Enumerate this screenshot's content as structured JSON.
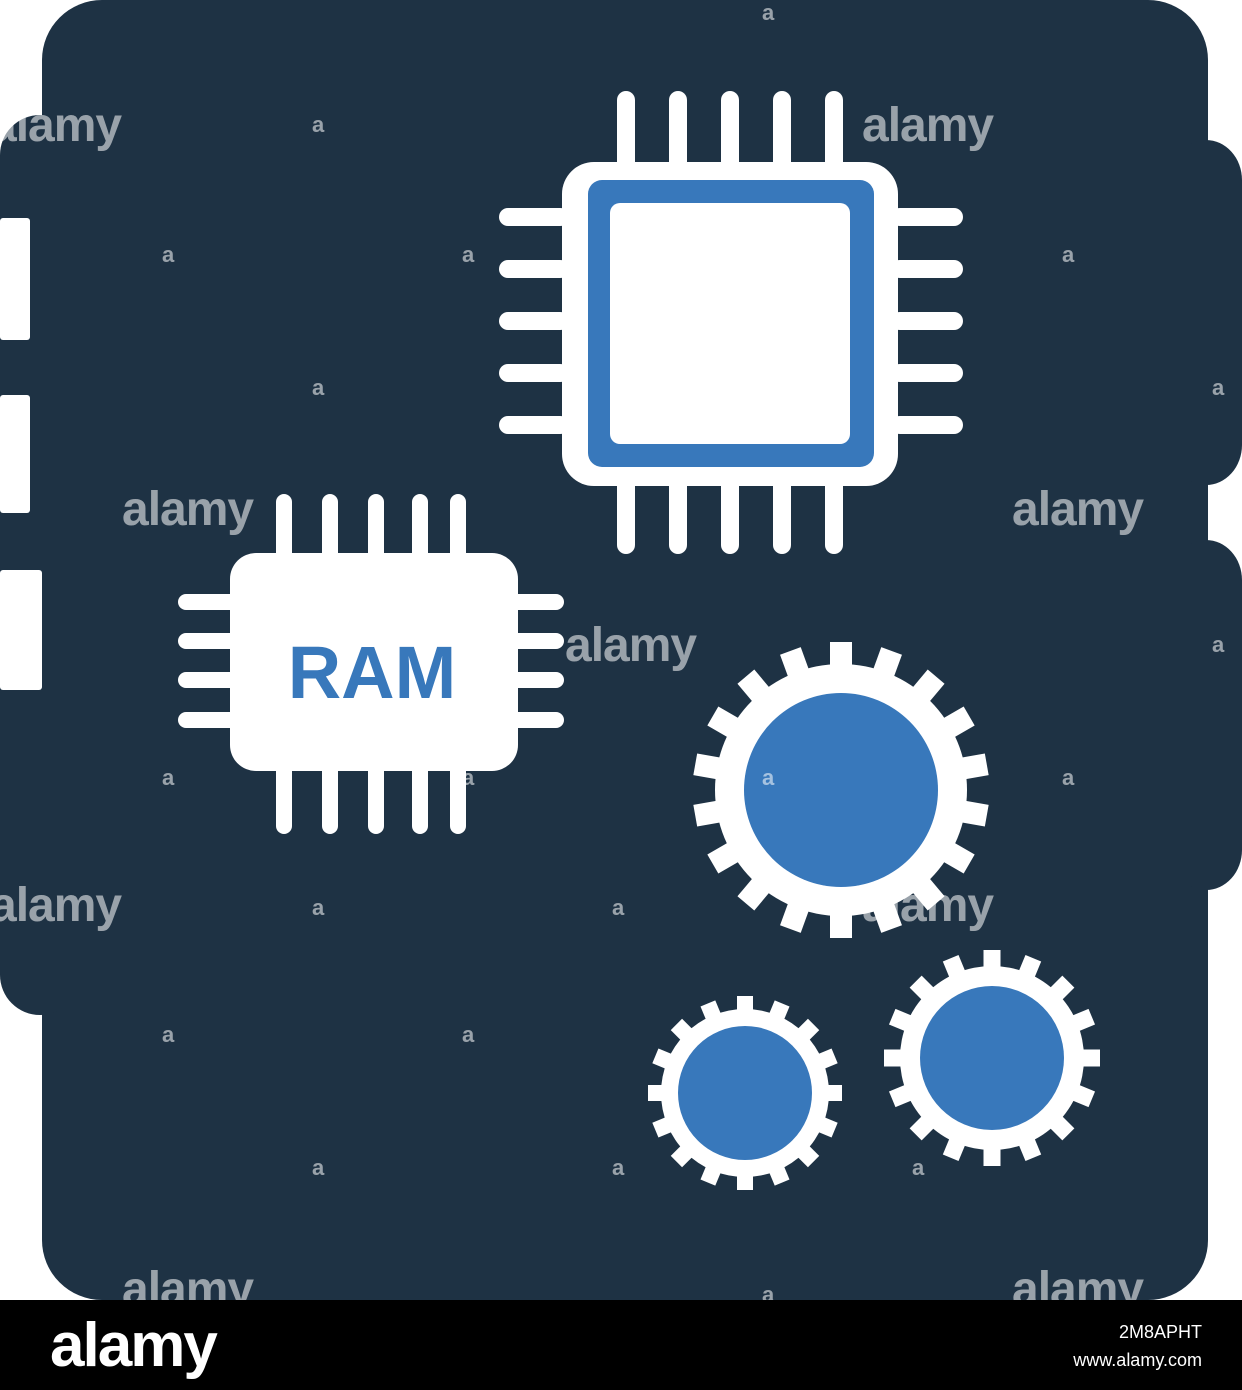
{
  "icon": {
    "chip_label": "RAM",
    "colors": {
      "board": "#1e3244",
      "accent": "#3878bb",
      "light": "#ffffff"
    },
    "icon_names": [
      "motherboard-icon",
      "cpu-chip-icon",
      "ram-chip-icon",
      "gear-icon"
    ]
  },
  "watermark": {
    "word": "alamy",
    "mark": "a"
  },
  "footer": {
    "logo": "alamy",
    "image_id": "2M8APHT",
    "site": "www.alamy.com"
  }
}
